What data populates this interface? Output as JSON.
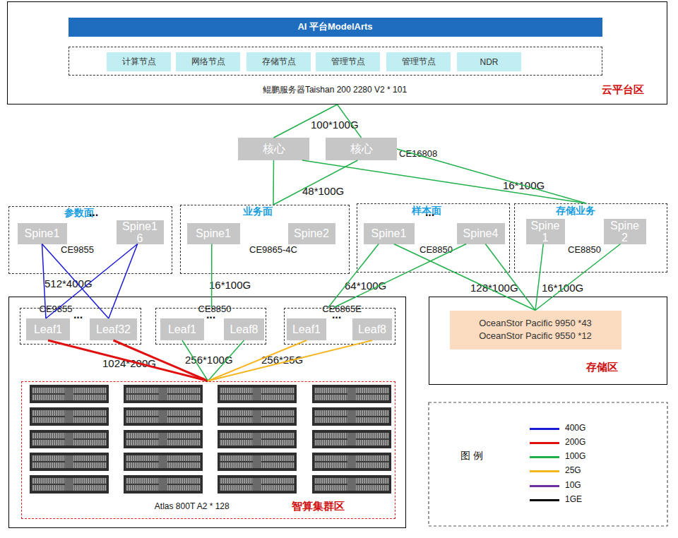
{
  "diagram": {
    "nodes": [
      {
        "text": [
          "云平台区"
        ]
      },
      {
        "text": [
          "AI 平台ModelArts"
        ],
        "in": 0
      },
      {
        "text": [
          "鲲鹏服务器Taishan 200 2280 V2 * 101"
        ],
        "in": 0
      },
      {
        "text": [
          "计算节点"
        ],
        "in": 2
      },
      {
        "text": [
          "网络节点"
        ],
        "in": 2
      },
      {
        "text": [
          "存储节点"
        ],
        "in": 2
      },
      {
        "text": [
          "管理节点"
        ],
        "in": 2
      },
      {
        "text": [
          "管理节点"
        ],
        "in": 2
      },
      {
        "text": [
          "NDR"
        ],
        "in": 2
      },
      {
        "text": [
          "核心"
        ]
      },
      {
        "text": [
          "核心"
        ]
      },
      {
        "text": [
          "参数面",
          "CE9855"
        ]
      },
      {
        "text": [
          "Spine1"
        ],
        "in": 11
      },
      {
        "text": [
          "Spine16"
        ],
        "in": 11
      },
      {
        "text": [
          "业务面",
          "CE9865-4C"
        ]
      },
      {
        "text": [
          "Spine1"
        ],
        "in": 14
      },
      {
        "text": [
          "Spine2"
        ],
        "in": 14
      },
      {
        "text": [
          "样本面",
          "CE8850"
        ]
      },
      {
        "text": [
          "Spine1"
        ],
        "in": 17
      },
      {
        "text": [
          "Spine4"
        ],
        "in": 17
      },
      {
        "text": [
          "存储业务",
          "CE8850"
        ]
      },
      {
        "text": [
          "Spine1"
        ],
        "in": 20
      },
      {
        "text": [
          "Spine2"
        ],
        "in": 20
      },
      {
        "text": [
          "智算集群区"
        ]
      },
      {
        "text": [
          "CE9855"
        ],
        "in": 23
      },
      {
        "text": [
          "Leaf1"
        ],
        "in": 24
      },
      {
        "text": [
          "Leaf32"
        ],
        "in": 24
      },
      {
        "text": [
          "CE8850"
        ],
        "in": 23
      },
      {
        "text": [
          "Leaf1"
        ],
        "in": 27
      },
      {
        "text": [
          "Leaf8"
        ],
        "in": 27
      },
      {
        "text": [
          "CE6865E"
        ],
        "in": 23
      },
      {
        "text": [
          "Leaf1"
        ],
        "in": 30
      },
      {
        "text": [
          "Leaf8"
        ],
        "in": 30
      },
      {
        "text": [
          "Atlas 800T A2 * 128"
        ],
        "in": 23
      },
      {
        "text": [
          "存储区"
        ]
      },
      {
        "text": [
          "OceanStor Pacific 9950 *43",
          "OceanStor Pacific 9550 *12"
        ],
        "in": 34
      }
    ],
    "edges": [
      {
        "from": 0,
        "to": 9,
        "arrow": "none"
      },
      {
        "from": 0,
        "to": 10,
        "arrow": "none"
      },
      {
        "from": 9,
        "to": 14,
        "arrow": "none"
      },
      {
        "from": 10,
        "to": 14,
        "arrow": "none"
      },
      {
        "from": 9,
        "to": 20,
        "arrow": "none"
      },
      {
        "from": 10,
        "to": 20,
        "arrow": "none"
      },
      {
        "from": 12,
        "to": 25,
        "arrow": "none"
      },
      {
        "from": 12,
        "to": 26,
        "arrow": "none"
      },
      {
        "from": 13,
        "to": 25,
        "arrow": "none"
      },
      {
        "from": 13,
        "to": 26,
        "arrow": "none"
      },
      {
        "from": 15,
        "to": 27,
        "arrow": "none"
      },
      {
        "from": 18,
        "to": 30,
        "arrow": "none"
      },
      {
        "from": 19,
        "to": 30,
        "arrow": "none"
      },
      {
        "from": 18,
        "to": 35,
        "arrow": "none"
      },
      {
        "from": 19,
        "to": 35,
        "arrow": "none"
      },
      {
        "from": 21,
        "to": 35,
        "arrow": "none"
      },
      {
        "from": 22,
        "to": 35,
        "arrow": "none"
      },
      {
        "from": 25,
        "to": 33,
        "arrow": "none"
      },
      {
        "from": 26,
        "to": 33,
        "arrow": "none"
      },
      {
        "from": 28,
        "to": 33,
        "arrow": "none"
      },
      {
        "from": 29,
        "to": 33,
        "arrow": "none"
      },
      {
        "from": 31,
        "to": 33,
        "arrow": "none"
      },
      {
        "from": 32,
        "to": 33,
        "arrow": "none"
      }
    ],
    "labels": [
      "100*100G",
      "CE16808",
      "48*100G",
      "16*100G",
      "···",
      "···",
      "512*400G",
      "16*100G",
      "64*100G",
      "128*100G",
      "16*100G",
      "···",
      "···",
      "···",
      "1024*200G",
      "256*100G",
      "256*25G",
      "图 例"
    ],
    "legend": [
      {
        "text": "400G",
        "color": "#1a1ad6"
      },
      {
        "text": "200G",
        "color": "#e01010"
      },
      {
        "text": "100G",
        "color": "#21b04b"
      },
      {
        "text": "25G",
        "color": "#f5b622"
      },
      {
        "text": "10G",
        "color": "#7030a0"
      },
      {
        "text": "1GE",
        "color": "#000000"
      }
    ]
  }
}
